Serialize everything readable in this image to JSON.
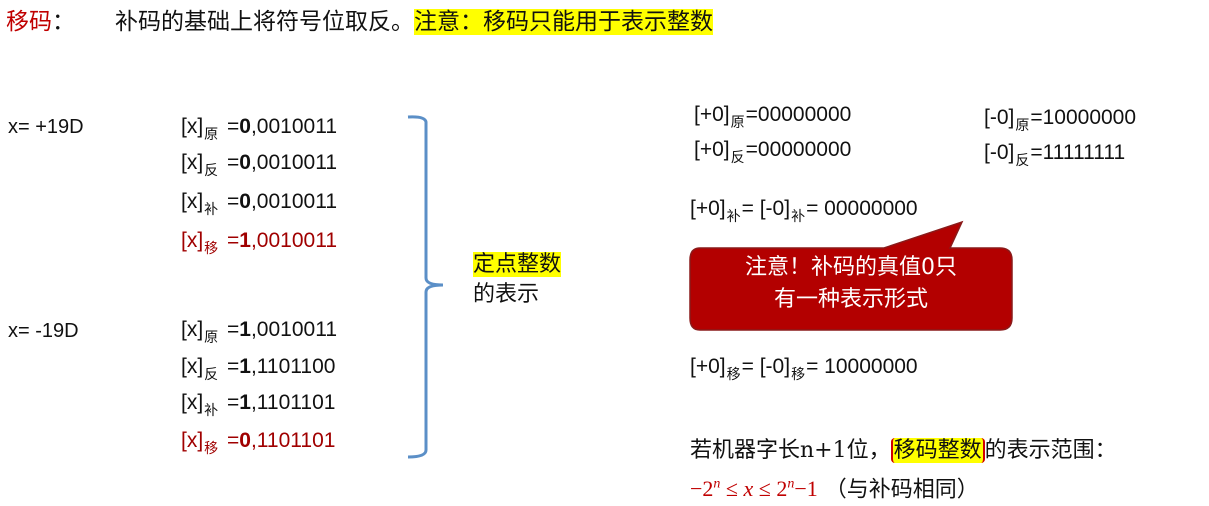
{
  "title": {
    "label": "移码",
    "colon": "：",
    "definition": "补码的基础上将符号位取反。",
    "highlight": "注意：移码只能用于表示整数"
  },
  "examples": [
    {
      "x_label": "x= +19D",
      "rows": [
        {
          "prefix": "[x]",
          "sub": "原",
          "eq": " =",
          "sign": "0",
          "rest": ",0010011",
          "color": "#111111"
        },
        {
          "prefix": "[x]",
          "sub": "反",
          "eq": " =",
          "sign": "0",
          "rest": ",0010011",
          "color": "#111111"
        },
        {
          "prefix": "[x]",
          "sub": "补",
          "eq": " =",
          "sign": "0",
          "rest": ",0010011",
          "color": "#111111"
        },
        {
          "prefix": "[x]",
          "sub": "移",
          "eq": " =",
          "sign": "1",
          "rest": ",0010011",
          "color": "#a00000"
        }
      ]
    },
    {
      "x_label": "x= -19D",
      "rows": [
        {
          "prefix": "[x]",
          "sub": "原",
          "eq": " =",
          "sign": "1",
          "rest": ",0010011",
          "color": "#111111"
        },
        {
          "prefix": "[x]",
          "sub": "反",
          "eq": " =",
          "sign": "1",
          "rest": ",1101100",
          "color": "#111111"
        },
        {
          "prefix": "[x]",
          "sub": "补",
          "eq": " =",
          "sign": "1",
          "rest": ",1101101",
          "color": "#111111"
        },
        {
          "prefix": "[x]",
          "sub": "移",
          "eq": " =",
          "sign": "0",
          "rest": ",1101101",
          "color": "#a00000"
        }
      ]
    }
  ],
  "bracket_note": {
    "highlight": "定点整数",
    "rest": "的表示"
  },
  "zero_repr": {
    "pos_yuan": {
      "prefix": "[+0]",
      "sub": "原",
      "value": "=00000000"
    },
    "pos_fan": {
      "prefix": "[+0]",
      "sub": "反",
      "value": "=00000000"
    },
    "neg_yuan": {
      "prefix": "[-0]",
      "sub": "原",
      "value": "=10000000"
    },
    "neg_fan": {
      "prefix": "[-0]",
      "sub": "反",
      "value": "=11111111"
    },
    "bu": {
      "a": "[+0]",
      "a_sub": "补",
      "mid": "= [-0]",
      "b_sub": "补",
      "value": "= 00000000"
    },
    "yi": {
      "a": "[+0]",
      "a_sub": "移",
      "mid": "= [-0]",
      "b_sub": "移",
      "value": "= 10000000"
    }
  },
  "callout": {
    "line1": "注意！补码的真值0只",
    "line2": "有一种表示形式",
    "fill": "#b30000"
  },
  "range": {
    "before": "若机器字长n+1位，",
    "highlight": "移码整数",
    "after": "的表示范围：",
    "formula": {
      "left": "−2",
      "left_exp": "n",
      "le1": " ≤ ",
      "var": "x",
      "le2": " ≤ ",
      "right": "2",
      "right_exp": "n",
      "right_tail": "−1"
    },
    "note": " （与补码相同）"
  },
  "colors": {
    "red_title": "#c00000",
    "dark_red": "#a00000",
    "highlight": "#ffff00",
    "bracket": "#5b8fc7"
  }
}
